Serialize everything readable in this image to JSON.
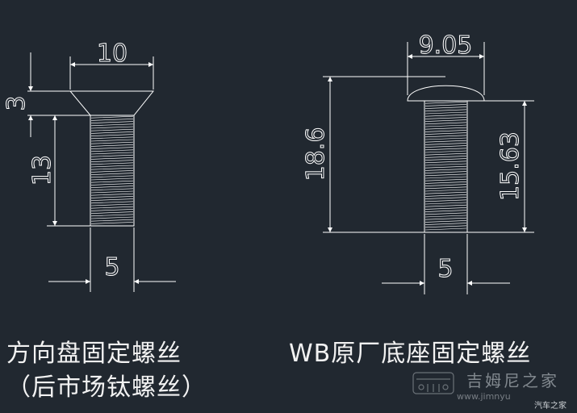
{
  "left_screw": {
    "dims": {
      "head_width": "10",
      "head_height": "3",
      "thread_length": "13",
      "shank_diameter": "5"
    },
    "caption_line1": "方向盘固定螺丝",
    "caption_line2": "（后市场钛螺丝）"
  },
  "right_screw": {
    "dims": {
      "head_width": "9.05",
      "total_length": "18.6",
      "thread_length": "15.63",
      "shank_diameter": "5"
    },
    "caption_line1": "WB原厂底座固定螺丝"
  },
  "watermark": {
    "site_name": "吉姆尼之家",
    "url": "www.jimnyu",
    "autohome": "汽车之家"
  },
  "colors": {
    "background": "#212830",
    "lines": "#ffffff"
  }
}
